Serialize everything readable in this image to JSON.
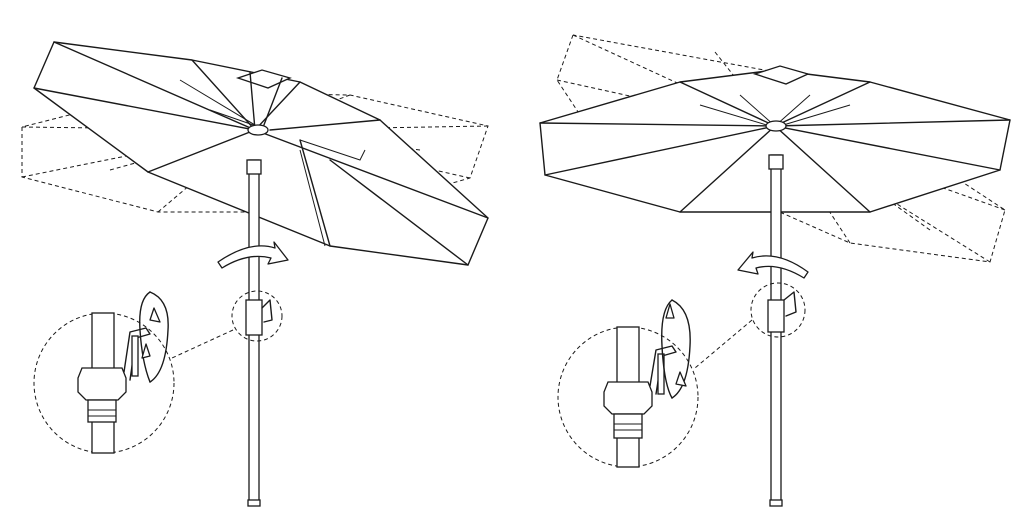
{
  "figure": {
    "panels": [
      {
        "id": "left",
        "tilt_direction": "clockwise"
      },
      {
        "id": "right",
        "tilt_direction": "counterclockwise"
      }
    ],
    "icons": [
      "rotation-arrow-icon",
      "crank-handle-icon",
      "magnifier-detail-icon"
    ],
    "colors": {
      "line": "#1a1a1a",
      "background": "#ffffff"
    }
  }
}
